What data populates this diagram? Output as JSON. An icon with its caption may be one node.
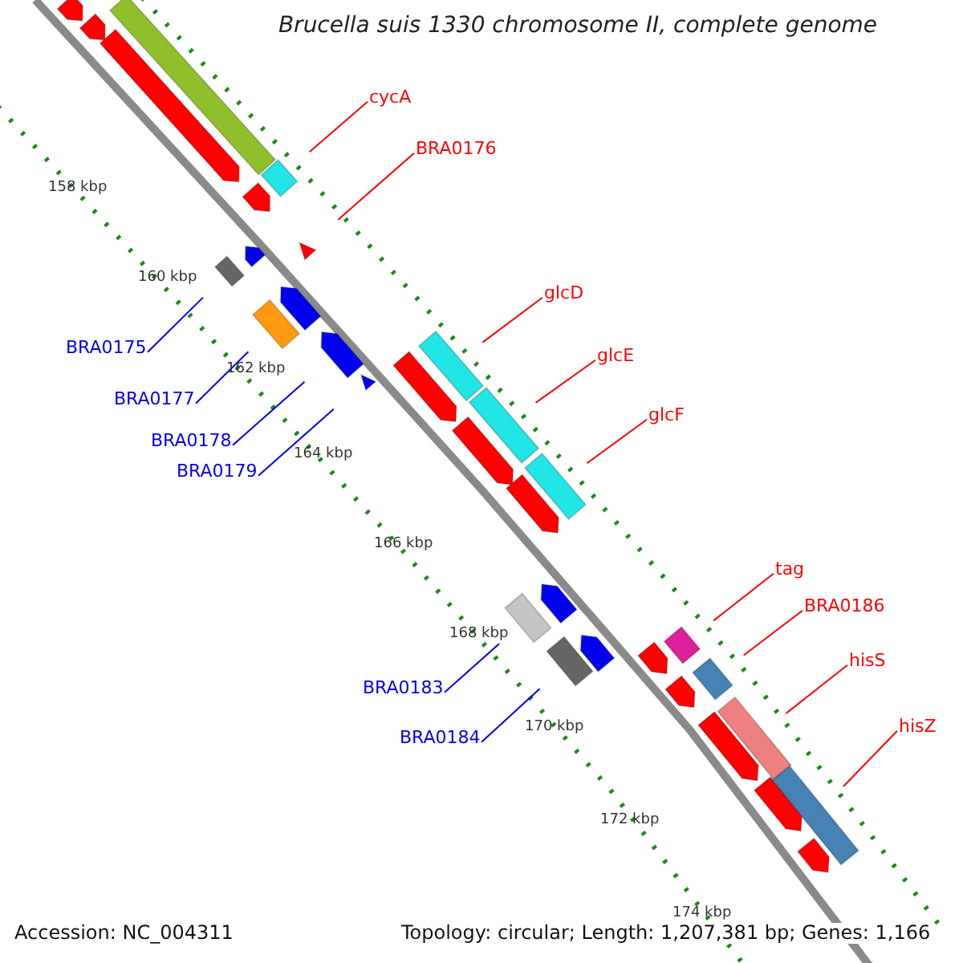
{
  "diagram": {
    "title": "Brucella suis 1330 chromosome II, complete genome",
    "nodes": [
      {
        "text": [
          "cycA"
        ]
      },
      {
        "text": [
          "BRA0176"
        ]
      },
      {
        "text": [
          "glcD"
        ]
      },
      {
        "text": [
          "glcE"
        ]
      },
      {
        "text": [
          "glcF"
        ]
      },
      {
        "text": [
          "tag"
        ]
      },
      {
        "text": [
          "BRA0186"
        ]
      },
      {
        "text": [
          "hisS"
        ]
      },
      {
        "text": [
          "hisZ"
        ]
      },
      {
        "text": [
          "BRA0175"
        ]
      },
      {
        "text": [
          "BRA0177"
        ]
      },
      {
        "text": [
          "BRA0178"
        ]
      },
      {
        "text": [
          "BRA0179"
        ]
      },
      {
        "text": [
          "BRA0183"
        ]
      },
      {
        "text": [
          "BRA0184"
        ]
      },
      {
        "text": [],
        "shape": "box"
      },
      {
        "text": [],
        "shape": "triangle"
      },
      {
        "text": [],
        "shape": "box"
      },
      {
        "text": [],
        "shape": "box"
      },
      {
        "text": [],
        "shape": "box"
      },
      {
        "text": [],
        "shape": "box"
      },
      {
        "text": [],
        "shape": "box"
      },
      {
        "text": [],
        "shape": "box"
      },
      {
        "text": [],
        "shape": "box"
      },
      {
        "text": [],
        "shape": "box"
      },
      {
        "text": [],
        "shape": "box"
      },
      {
        "text": [],
        "shape": "pentagon"
      },
      {
        "text": [],
        "shape": "triangle"
      },
      {
        "text": [],
        "shape": "box"
      },
      {
        "text": [],
        "shape": "box"
      },
      {
        "text": [],
        "shape": "pentagon"
      },
      {
        "text": [],
        "shape": "pentagon"
      },
      {
        "text": [],
        "shape": "box"
      },
      {
        "text": [],
        "shape": "pentagon"
      },
      {
        "text": [],
        "shape": "pentagon"
      },
      {
        "text": [],
        "shape": "pentagon"
      },
      {
        "text": [],
        "shape": "pentagon"
      },
      {
        "text": [],
        "shape": "pentagon"
      },
      {
        "text": [],
        "shape": "pentagon"
      },
      {
        "text": [],
        "shape": "pentagon"
      },
      {
        "text": [],
        "shape": "pentagon"
      },
      {
        "text": [],
        "shape": "pentagon"
      },
      {
        "text": [],
        "shape": "pentagon"
      },
      {
        "text": [],
        "shape": "pentagon"
      },
      {
        "text": [],
        "shape": "pentagon"
      },
      {
        "text": [],
        "shape": "pentagon"
      },
      {
        "text": [],
        "shape": "pentagon"
      }
    ],
    "edges": [
      {
        "from": 0,
        "to": 15,
        "arrow": "none"
      },
      {
        "from": 1,
        "to": 16,
        "arrow": "none"
      },
      {
        "from": 2,
        "to": 17,
        "arrow": "none"
      },
      {
        "from": 3,
        "to": 18,
        "arrow": "none"
      },
      {
        "from": 4,
        "to": 19,
        "arrow": "none"
      },
      {
        "from": 5,
        "to": 20,
        "arrow": "none"
      },
      {
        "from": 6,
        "to": 21,
        "arrow": "none"
      },
      {
        "from": 7,
        "to": 22,
        "arrow": "none"
      },
      {
        "from": 8,
        "to": 23,
        "arrow": "none"
      },
      {
        "from": 9,
        "to": 24,
        "arrow": "none",
        "color": "#0000ee"
      },
      {
        "from": 10,
        "to": 25,
        "arrow": "none",
        "color": "#0000ee"
      },
      {
        "from": 11,
        "to": 26,
        "arrow": "none",
        "color": "#0000ee"
      },
      {
        "from": 12,
        "to": 27,
        "arrow": "none",
        "color": "#0000ee"
      },
      {
        "from": 13,
        "to": 28,
        "arrow": "none",
        "color": "#0000ee"
      },
      {
        "from": 14,
        "to": 29,
        "arrow": "none",
        "color": "#0000ee"
      }
    ],
    "labels": [
      "158 kbp",
      "160 kbp",
      "162 kbp",
      "164 kbp",
      "166 kbp",
      "168 kbp",
      "170 kbp",
      "172 kbp",
      "174 kbp",
      "Accession: NC_004311",
      "Topology: circular; Length: 1,207,381 bp; Genes: 1,166"
    ]
  }
}
